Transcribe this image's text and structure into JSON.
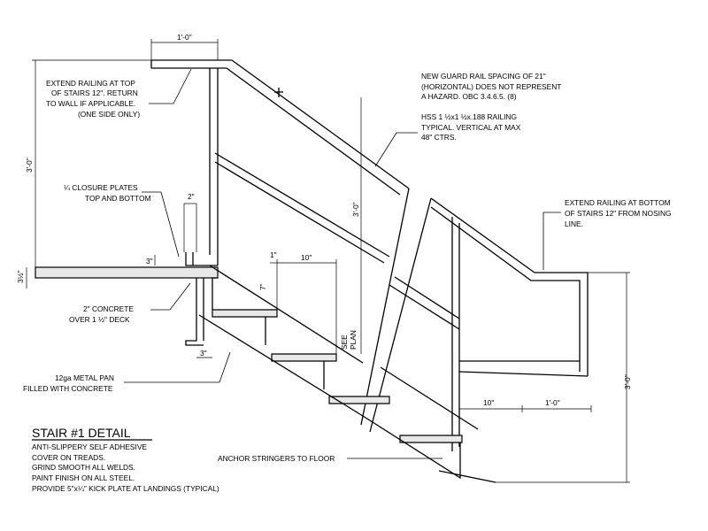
{
  "dimensions": {
    "top_rail_length": "1'-0\"",
    "left_rail_height": "3'-0\"",
    "mid_rail_height": "3'-0\"",
    "right_rail_height": "3'-0\"",
    "landing_thickness": "3½\"",
    "plate_width": "2\"",
    "plate_offset": "3\"",
    "tread_depth": "10\"",
    "nosing": "1\"",
    "riser": "7\"",
    "stringer_offset": "3\"",
    "bottom_tread": "10\"",
    "bottom_extension": "1'-0\""
  },
  "notes": {
    "extend_top": [
      "EXTEND RAILING AT TOP",
      "OF STAIRS 12\". RETURN",
      "TO WALL IF APPLICABLE.",
      "(ONE SIDE ONLY)"
    ],
    "guard_rail": [
      "NEW GUARD RAIL SPACING OF 21\"",
      "(HORIZONTAL) DOES NOT REPRESENT",
      "A HAZARD. OBC 3.4.6.5. (8)"
    ],
    "hss": [
      "HSS 1 ½x1 ½x.188 RAILING",
      "TYPICAL. VERTICAL AT MAX",
      "48\" CTRS."
    ],
    "closure": [
      "¼ CLOSURE PLATES",
      "TOP AND BOTTOM"
    ],
    "extend_bottom": [
      "EXTEND RAILING AT BOTTOM",
      "OF STAIRS 12\" FROM NOSING",
      "LINE."
    ],
    "concrete": [
      "2\" CONCRETE",
      "OVER 1 ½\" DECK"
    ],
    "see_plan": [
      "SEE",
      "PLAN"
    ],
    "metal_pan": [
      "12ga METAL PAN",
      "FILLED WITH CONCRETE"
    ],
    "anchor": "ANCHOR STRINGERS TO FLOOR"
  },
  "title": "STAIR #1  DETAIL",
  "general_notes": [
    "ANTI-SLIPPERY SELF ADHESIVE",
    "COVER ON TREADS.",
    "GRIND SMOOTH ALL WELDS.",
    "PAINT FINISH ON ALL STEEL.",
    "PROVIDE 5\"x¼\" KICK PLATE AT LANDINGS (TYPICAL)"
  ]
}
